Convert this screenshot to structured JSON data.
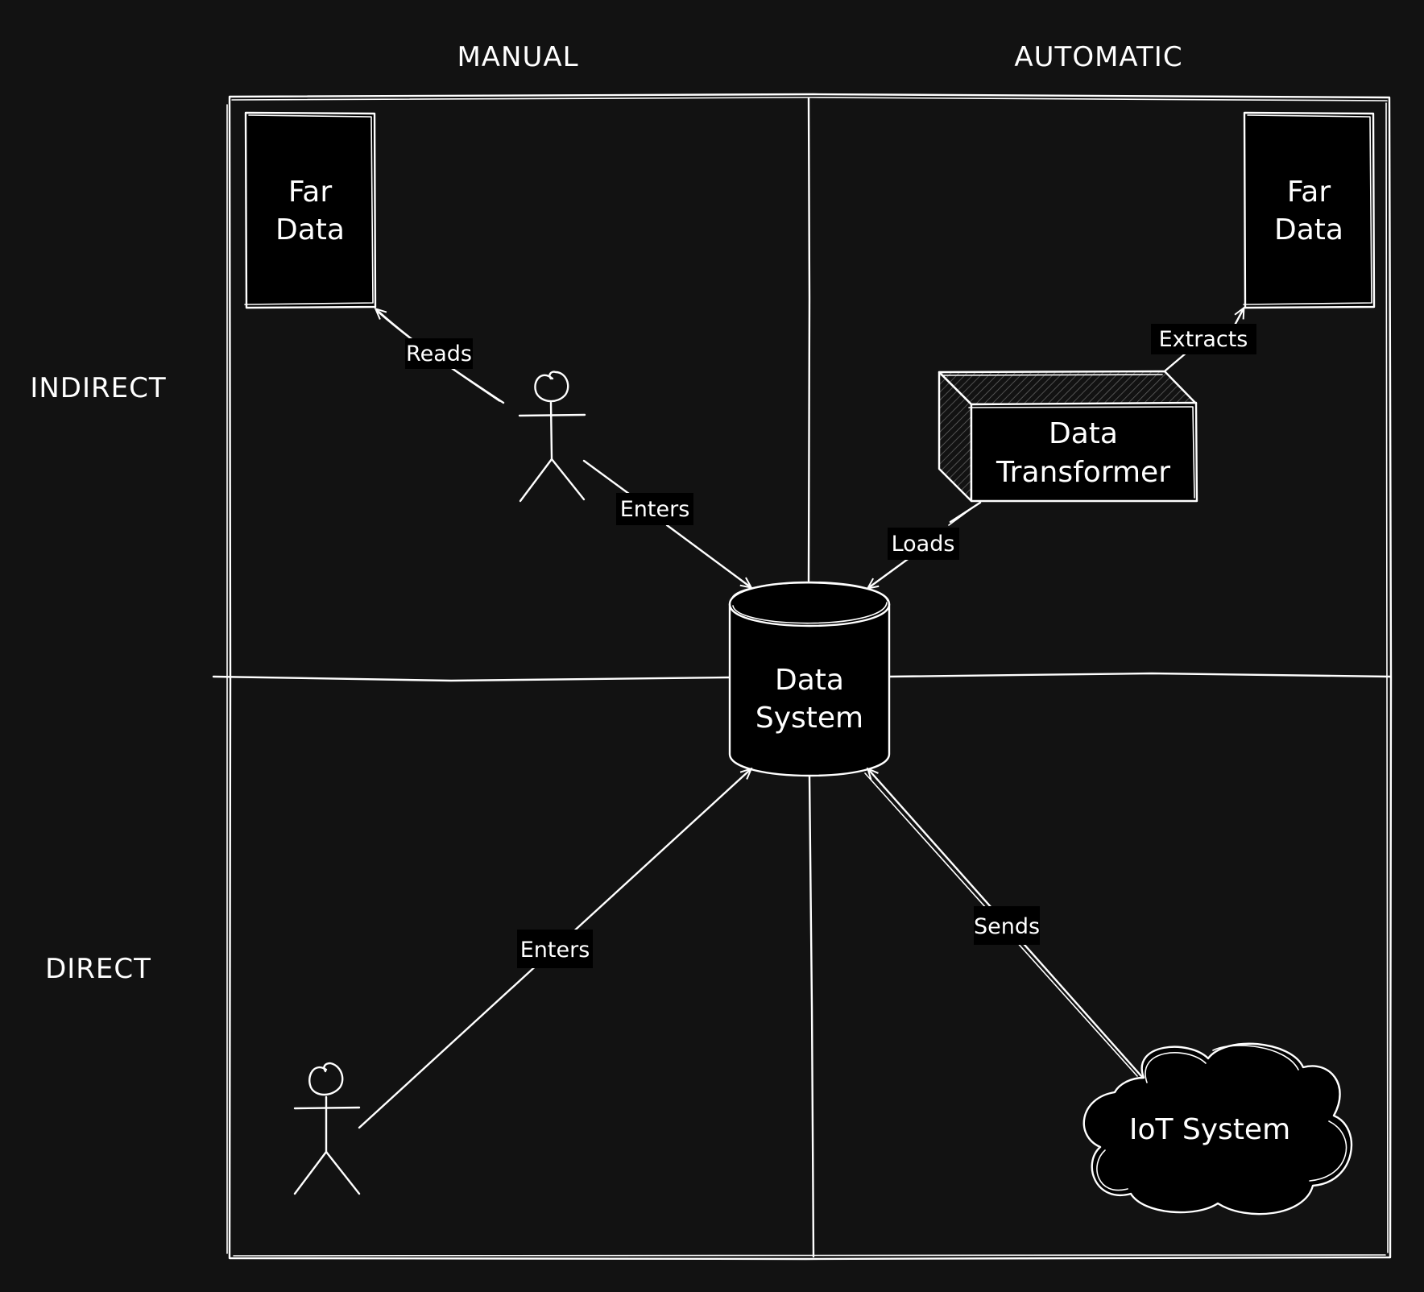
{
  "axes": {
    "columns": [
      "MANUAL",
      "AUTOMATIC"
    ],
    "rows": [
      "INDIRECT",
      "DIRECT"
    ]
  },
  "nodes": {
    "far_data_manual": [
      "Far",
      "Data"
    ],
    "far_data_automatic": [
      "Far",
      "Data"
    ],
    "data_transformer": [
      "Data",
      "Transformer"
    ],
    "data_system": [
      "Data",
      "System"
    ],
    "iot_system": "IoT System"
  },
  "edges": {
    "reads": "Reads",
    "enters_indirect": "Enters",
    "extracts": "Extracts",
    "loads": "Loads",
    "enters_direct": "Enters",
    "sends": "Sends"
  },
  "colors": {
    "background": "#121212",
    "stroke": "#ffffff",
    "fill": "#000000"
  }
}
